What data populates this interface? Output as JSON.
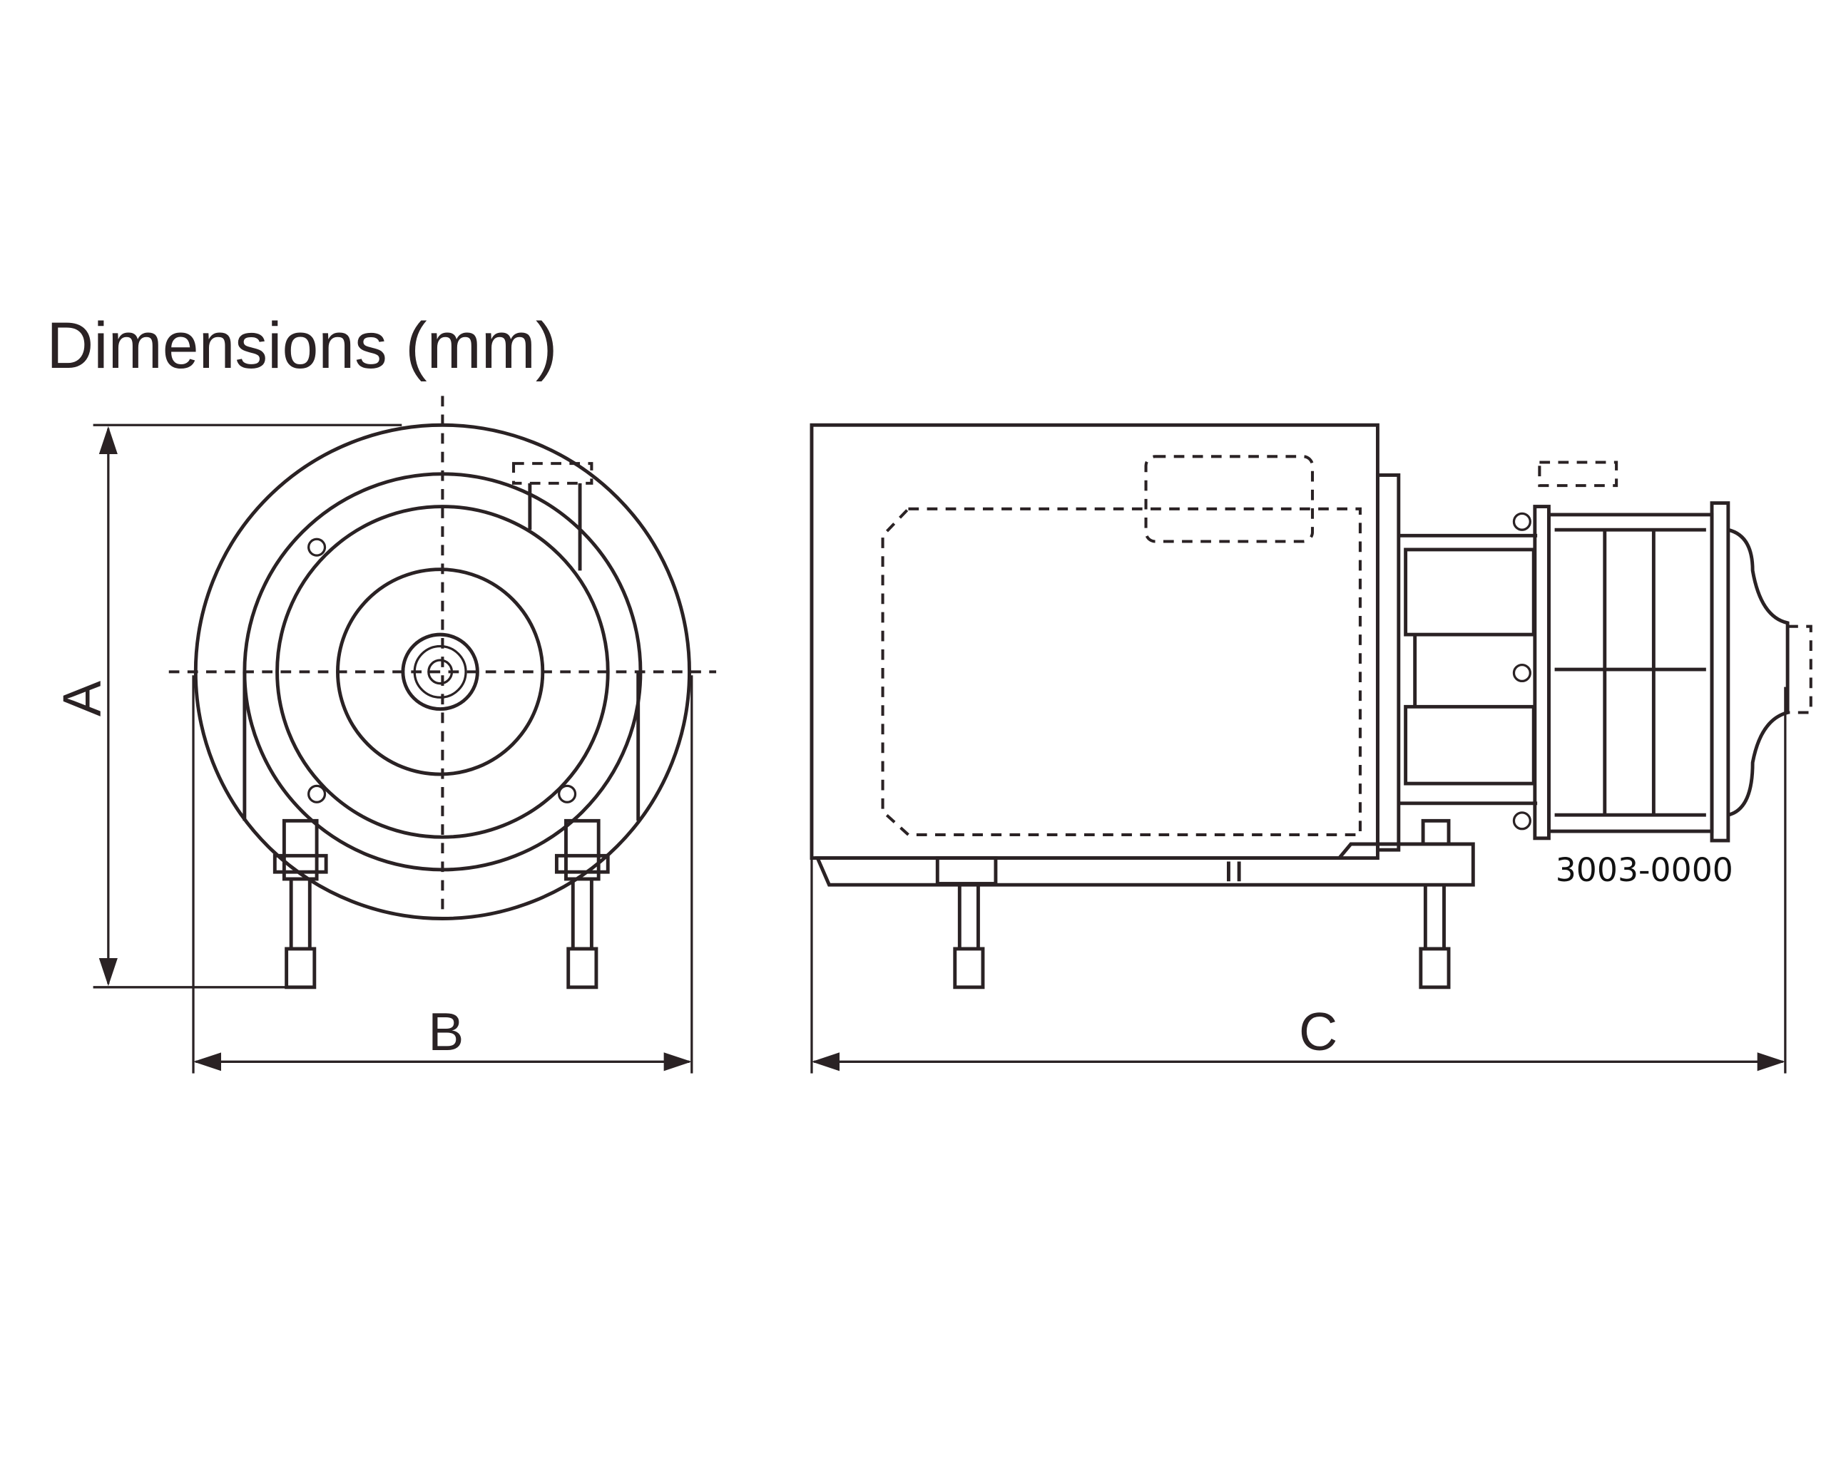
{
  "title": "Dimensions (mm)",
  "labels": {
    "a": "A",
    "b": "B",
    "c": "C"
  },
  "part_number": "3003-0000",
  "colors": {
    "line": "#2a2224",
    "background": "#ffffff"
  }
}
